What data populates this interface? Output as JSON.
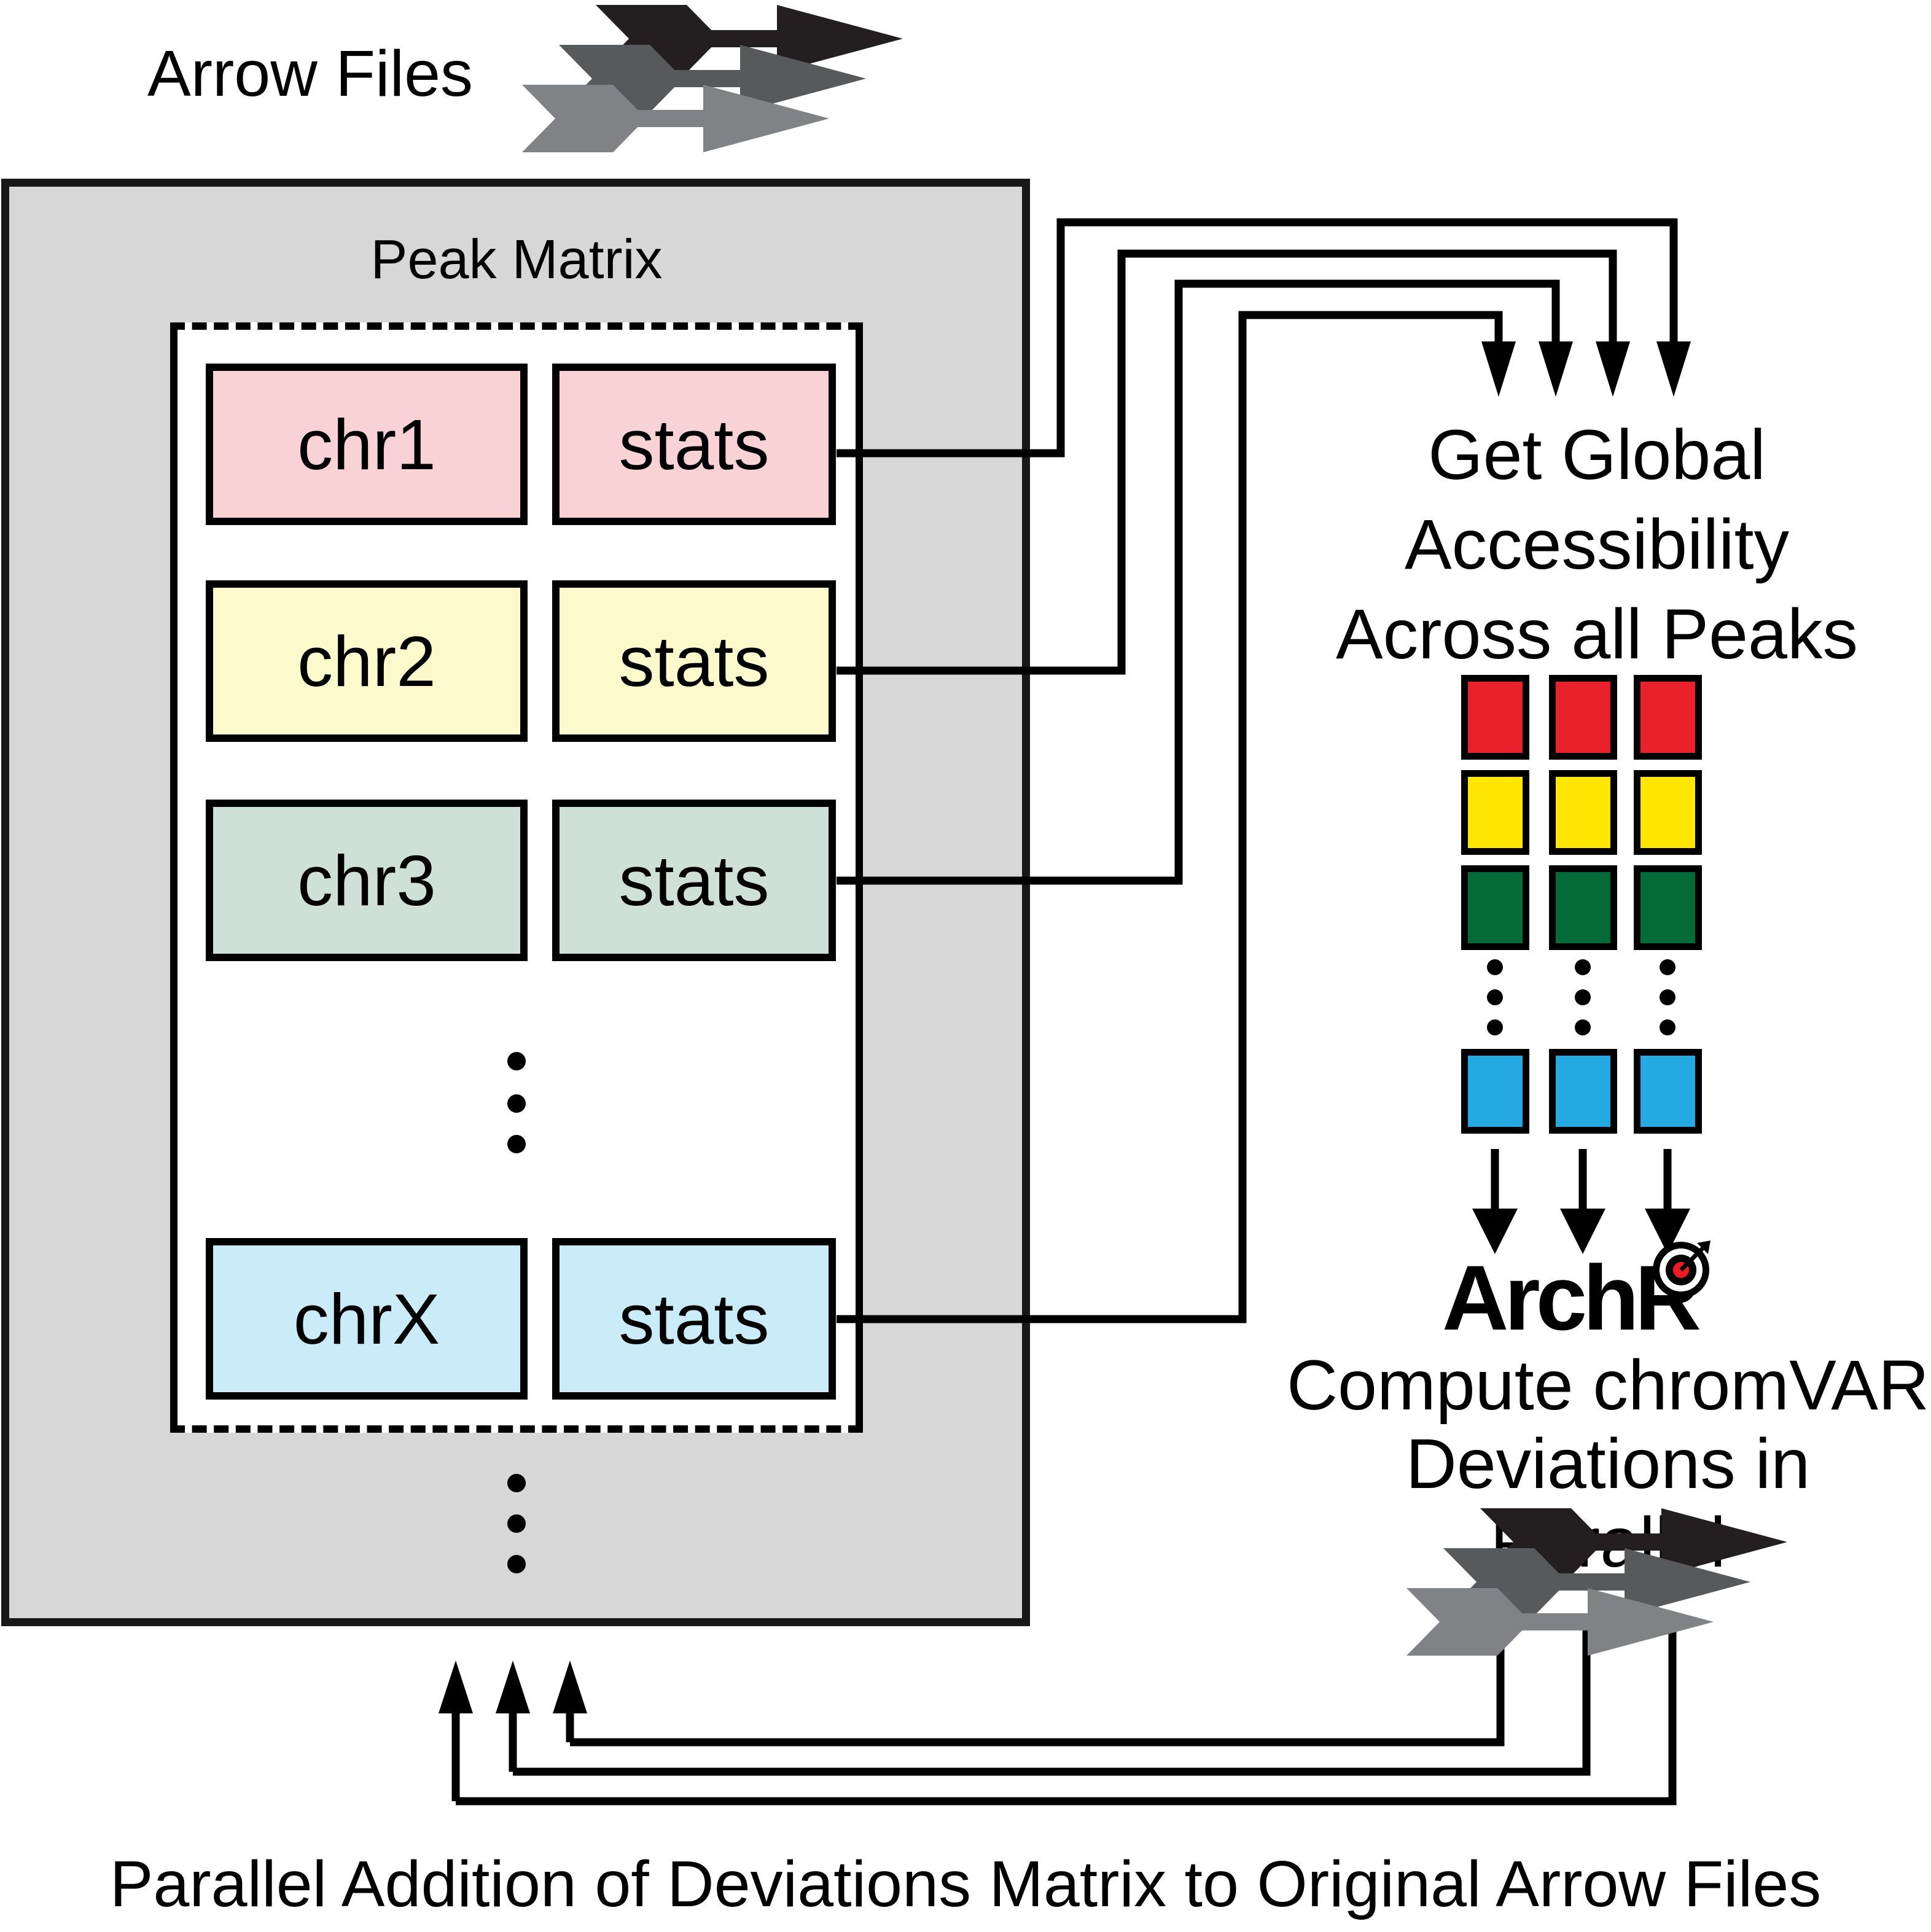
{
  "labels": {
    "arrow_files": "Arrow Files",
    "peak_matrix": "Peak Matrix"
  },
  "rows": [
    {
      "chr": "chr1",
      "stats": "stats",
      "fill": "#f9d2d6"
    },
    {
      "chr": "chr2",
      "stats": "stats",
      "fill": "#fcfacd"
    },
    {
      "chr": "chr3",
      "stats": "stats",
      "fill": "#cfe0d8"
    },
    {
      "chr": "chrX",
      "stats": "stats",
      "fill": "#c9ecf8"
    }
  ],
  "heatmap": {
    "columns": 3,
    "row_colors": [
      "#e9212a",
      "#ffe600",
      "#046a38",
      "#25a9e2"
    ]
  },
  "get_global": [
    "Get Global",
    "Accessibility",
    "Across all Peaks"
  ],
  "archr": {
    "arch": "Arch",
    "r": "R"
  },
  "compute": [
    "Compute chromVAR",
    "Deviations in Parallel"
  ],
  "caption": "Parallel Addition of Deviations Matrix to Original Arrow Files",
  "colors": {
    "canvas_bg": "#ffffff",
    "panel_gray": "#d7d7d7",
    "line": "#000000",
    "arrow_black": "#231f20",
    "arrow_dark_gray": "#58595b",
    "arrow_light_gray": "#808285",
    "target_red": "#ed1c24"
  }
}
